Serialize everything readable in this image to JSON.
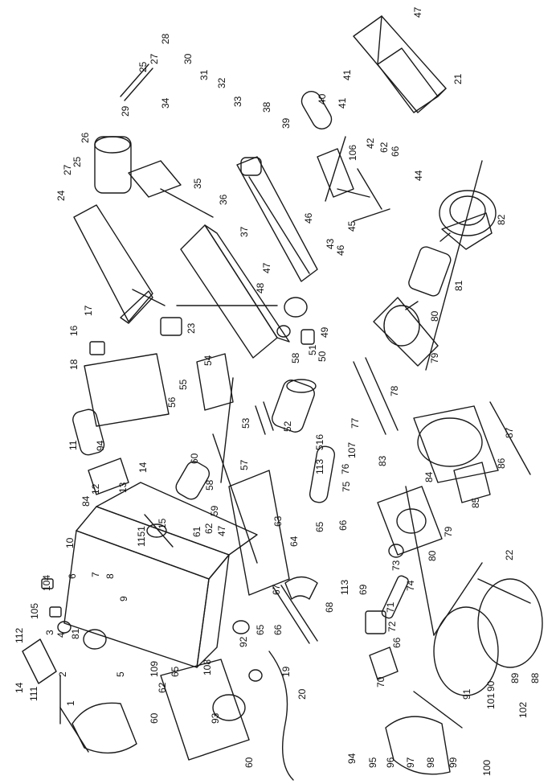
{
  "diagram": {
    "kind": "exploded-parts-diagram",
    "labels": [
      {
        "id": "47a",
        "text": "47"
      },
      {
        "id": "41a",
        "text": "41"
      },
      {
        "id": "21",
        "text": "21"
      },
      {
        "id": "28",
        "text": "28"
      },
      {
        "id": "27a",
        "text": "27"
      },
      {
        "id": "25a",
        "text": "25"
      },
      {
        "id": "30",
        "text": "30"
      },
      {
        "id": "31",
        "text": "31"
      },
      {
        "id": "32",
        "text": "32"
      },
      {
        "id": "33",
        "text": "33"
      },
      {
        "id": "34",
        "text": "34"
      },
      {
        "id": "29",
        "text": "29"
      },
      {
        "id": "26",
        "text": "26"
      },
      {
        "id": "25b",
        "text": "25"
      },
      {
        "id": "27b",
        "text": "27"
      },
      {
        "id": "24",
        "text": "24"
      },
      {
        "id": "35",
        "text": "35"
      },
      {
        "id": "36",
        "text": "36"
      },
      {
        "id": "37",
        "text": "37"
      },
      {
        "id": "38",
        "text": "38"
      },
      {
        "id": "39",
        "text": "39"
      },
      {
        "id": "40",
        "text": "40"
      },
      {
        "id": "41b",
        "text": "41"
      },
      {
        "id": "106",
        "text": "106"
      },
      {
        "id": "42",
        "text": "42"
      },
      {
        "id": "62a",
        "text": "62"
      },
      {
        "id": "66a",
        "text": "66"
      },
      {
        "id": "44",
        "text": "44"
      },
      {
        "id": "46a",
        "text": "46"
      },
      {
        "id": "46b",
        "text": "46"
      },
      {
        "id": "45",
        "text": "45"
      },
      {
        "id": "43",
        "text": "43"
      },
      {
        "id": "82",
        "text": "82"
      },
      {
        "id": "81",
        "text": "81"
      },
      {
        "id": "80a",
        "text": "80"
      },
      {
        "id": "79a",
        "text": "79"
      },
      {
        "id": "78",
        "text": "78"
      },
      {
        "id": "48",
        "text": "48"
      },
      {
        "id": "47b",
        "text": "47"
      },
      {
        "id": "49",
        "text": "49"
      },
      {
        "id": "50",
        "text": "50"
      },
      {
        "id": "51",
        "text": "51"
      },
      {
        "id": "58a",
        "text": "58"
      },
      {
        "id": "16a",
        "text": "16"
      },
      {
        "id": "17",
        "text": "17"
      },
      {
        "id": "23",
        "text": "23"
      },
      {
        "id": "18",
        "text": "18"
      },
      {
        "id": "54",
        "text": "54"
      },
      {
        "id": "55",
        "text": "55"
      },
      {
        "id": "56",
        "text": "56"
      },
      {
        "id": "53",
        "text": "53"
      },
      {
        "id": "52",
        "text": "52"
      },
      {
        "id": "516",
        "text": "516"
      },
      {
        "id": "77",
        "text": "77"
      },
      {
        "id": "107",
        "text": "107"
      },
      {
        "id": "76",
        "text": "76"
      },
      {
        "id": "87",
        "text": "87"
      },
      {
        "id": "86",
        "text": "86"
      },
      {
        "id": "83",
        "text": "83"
      },
      {
        "id": "84b",
        "text": "84"
      },
      {
        "id": "85",
        "text": "85"
      },
      {
        "id": "11",
        "text": "11"
      },
      {
        "id": "94a",
        "text": "94"
      },
      {
        "id": "12",
        "text": "12"
      },
      {
        "id": "84a",
        "text": "84"
      },
      {
        "id": "13",
        "text": "13"
      },
      {
        "id": "14a",
        "text": "14"
      },
      {
        "id": "15",
        "text": "15"
      },
      {
        "id": "60a",
        "text": "60"
      },
      {
        "id": "59",
        "text": "59"
      },
      {
        "id": "58b",
        "text": "58"
      },
      {
        "id": "57",
        "text": "57"
      },
      {
        "id": "113a",
        "text": "113"
      },
      {
        "id": "75",
        "text": "75"
      },
      {
        "id": "63",
        "text": "63"
      },
      {
        "id": "64",
        "text": "64"
      },
      {
        "id": "65a",
        "text": "65"
      },
      {
        "id": "66b",
        "text": "66"
      },
      {
        "id": "79b",
        "text": "79"
      },
      {
        "id": "80b",
        "text": "80"
      },
      {
        "id": "73",
        "text": "73"
      },
      {
        "id": "10",
        "text": "10"
      },
      {
        "id": "1151",
        "text": "1151"
      },
      {
        "id": "61",
        "text": "61"
      },
      {
        "id": "62b",
        "text": "62"
      },
      {
        "id": "47c",
        "text": "47"
      },
      {
        "id": "22",
        "text": "22"
      },
      {
        "id": "104",
        "text": "104"
      },
      {
        "id": "6",
        "text": "6"
      },
      {
        "id": "7",
        "text": "7"
      },
      {
        "id": "8",
        "text": "8"
      },
      {
        "id": "9",
        "text": "9"
      },
      {
        "id": "105",
        "text": "105"
      },
      {
        "id": "67",
        "text": "67"
      },
      {
        "id": "68",
        "text": "68"
      },
      {
        "id": "113b",
        "text": "113"
      },
      {
        "id": "69",
        "text": "69"
      },
      {
        "id": "74",
        "text": "74"
      },
      {
        "id": "71",
        "text": "71"
      },
      {
        "id": "72",
        "text": "72"
      },
      {
        "id": "66c",
        "text": "66"
      },
      {
        "id": "112",
        "text": "112"
      },
      {
        "id": "3",
        "text": "3"
      },
      {
        "id": "4",
        "text": "4"
      },
      {
        "id": "81b",
        "text": "81"
      },
      {
        "id": "92",
        "text": "92"
      },
      {
        "id": "65b",
        "text": "65"
      },
      {
        "id": "66d",
        "text": "66"
      },
      {
        "id": "70",
        "text": "70"
      },
      {
        "id": "109",
        "text": "109"
      },
      {
        "id": "108",
        "text": "108"
      },
      {
        "id": "19",
        "text": "19"
      },
      {
        "id": "20",
        "text": "20"
      },
      {
        "id": "5",
        "text": "5"
      },
      {
        "id": "62c",
        "text": "62"
      },
      {
        "id": "65c",
        "text": "65"
      },
      {
        "id": "91",
        "text": "91"
      },
      {
        "id": "90",
        "text": "90"
      },
      {
        "id": "89",
        "text": "89"
      },
      {
        "id": "88",
        "text": "88"
      },
      {
        "id": "102",
        "text": "102"
      },
      {
        "id": "101",
        "text": "101"
      },
      {
        "id": "14b",
        "text": "14"
      },
      {
        "id": "111",
        "text": "111"
      },
      {
        "id": "2",
        "text": "2"
      },
      {
        "id": "1",
        "text": "1"
      },
      {
        "id": "60b",
        "text": "60"
      },
      {
        "id": "93",
        "text": "93"
      },
      {
        "id": "60c",
        "text": "60"
      },
      {
        "id": "94b",
        "text": "94"
      },
      {
        "id": "95",
        "text": "95"
      },
      {
        "id": "96",
        "text": "96"
      },
      {
        "id": "97",
        "text": "97"
      },
      {
        "id": "98",
        "text": "98"
      },
      {
        "id": "99",
        "text": "99"
      },
      {
        "id": "100",
        "text": "100"
      }
    ]
  }
}
